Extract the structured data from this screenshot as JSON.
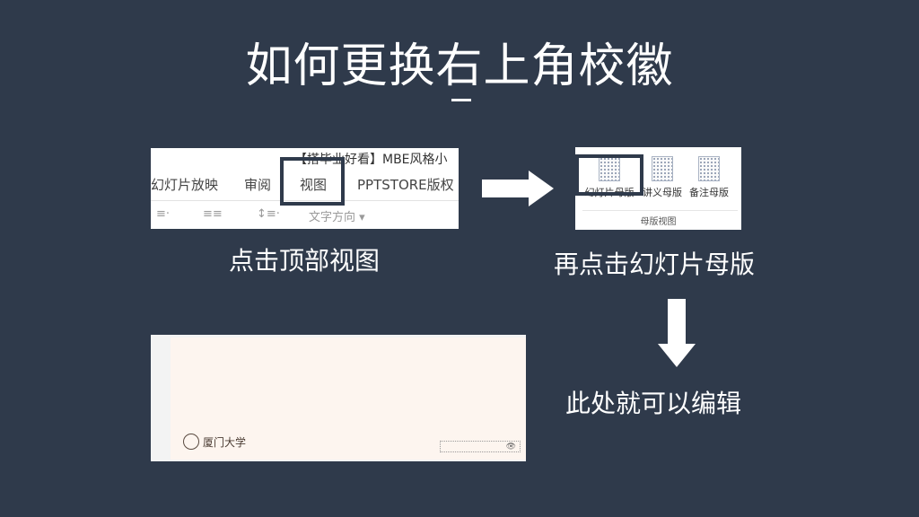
{
  "title": "如何更换右上角校徽",
  "captions": {
    "step1": "点击顶部视图",
    "step2": "再点击幻灯片母版",
    "step3": "此处就可以编辑"
  },
  "shot1": {
    "window_title": "【搭毕业好看】MBE风格小",
    "tabs": [
      "幻灯片放映",
      "审阅",
      "视图",
      "PPTSTORE版权"
    ],
    "tools": [
      "≡·",
      "≡≡",
      "↕≡·",
      "文字方向 ▾"
    ]
  },
  "shot2": {
    "items": [
      "幻灯片母版",
      "讲义母版",
      "备注母版"
    ],
    "group_label": "母版视图"
  },
  "shot3": {
    "logo_text": "厦门大学",
    "eye_icon": "👁"
  },
  "colors": {
    "background": "#2f3a4b",
    "highlight": "#2f3a4b",
    "text": "#ffffff"
  }
}
